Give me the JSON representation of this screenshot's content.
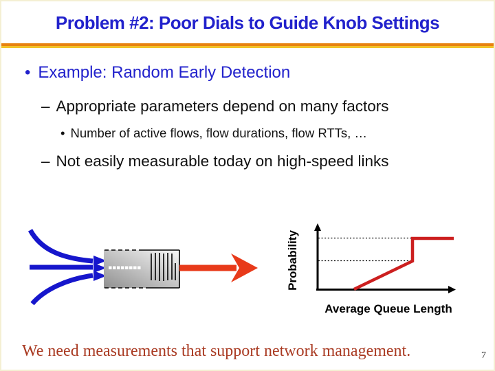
{
  "slide": {
    "title": "Problem #2: Poor Dials to Guide Knob Settings",
    "bullets": [
      {
        "glyph": "•",
        "text": "Example: Random Early Detection"
      },
      {
        "glyph": "–",
        "text": "Appropriate parameters depend on many factors"
      },
      {
        "glyph": "•",
        "text": "Number of active flows, flow durations, flow RTTs, …"
      },
      {
        "glyph": "–",
        "text": "Not easily measurable today on high-speed links"
      }
    ],
    "footer_message": "We need measurements that support network management.",
    "page_number": "7"
  },
  "chart_data": {
    "type": "line",
    "title": "",
    "xlabel": "Average Queue Length",
    "ylabel": "Probability",
    "axis_tick_labels": "none",
    "legend": "none",
    "grid": "two dotted horizontal reference lines",
    "gridlines_y_normalized": [
      0.45,
      1.0
    ],
    "series": [
      {
        "name": "RED drop probability",
        "color": "#cc1f1f",
        "points_normalized": [
          [
            0.27,
            0.0
          ],
          [
            0.69,
            0.45
          ],
          [
            0.69,
            1.0
          ],
          [
            1.0,
            1.0
          ]
        ],
        "shape": "zero until a minimum threshold, linear rise to max drop probability, vertical jump to 1, then flat"
      }
    ]
  },
  "diagram": {
    "incoming_flows": 3,
    "queue_dash_count": 8,
    "queued_packet_lines": 7
  },
  "colors": {
    "title_blue": "#2222cc",
    "divider_orange": "#e8820f",
    "divider_gold": "#f2c229",
    "flow_blue": "#1616cc",
    "output_arrow_red": "#e83a1a",
    "chart_line_red": "#cc1f1f",
    "footer_red": "#a93a22",
    "body_text": "#111111",
    "queue_gray_dark": "#909090",
    "queue_gray_light": "#f8f8f8",
    "slide_border": "#f4efd3"
  }
}
